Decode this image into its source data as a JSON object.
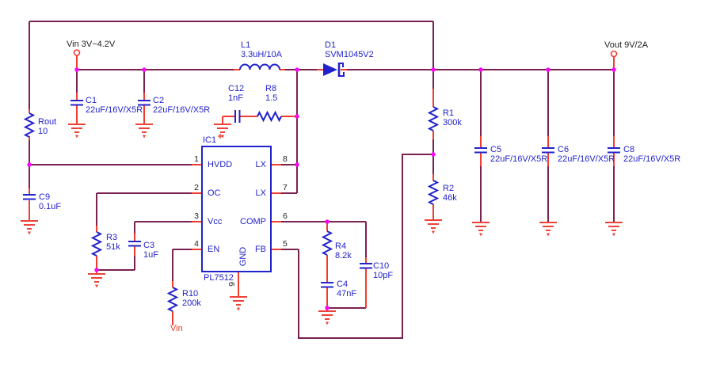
{
  "colors": {
    "wire": "#7a2150",
    "lead": "#f23c30",
    "blue": "#2222cc",
    "magenta": "#ff00ff",
    "ground": "#ee4238",
    "dark": "#222222",
    "red": "#e8392e"
  },
  "terminals": {
    "vin": "Vin 3V~4.2V",
    "vout": "Vout 9V/2A"
  },
  "net_labels": {
    "vin": "Vin"
  },
  "ic": {
    "ref": "IC1",
    "part": "PL7512",
    "left_pins": [
      {
        "num": "1",
        "name": "HVDD"
      },
      {
        "num": "2",
        "name": "OC"
      },
      {
        "num": "3",
        "name": "Vcc"
      },
      {
        "num": "4",
        "name": "EN"
      }
    ],
    "right_pins": [
      {
        "num": "8",
        "name": "LX"
      },
      {
        "num": "7",
        "name": "LX"
      },
      {
        "num": "6",
        "name": "COMP"
      },
      {
        "num": "5",
        "name": "FB"
      }
    ],
    "bottom_pin": {
      "num": "9",
      "name": "GND"
    }
  },
  "components": {
    "l1": {
      "ref": "L1",
      "value": "3.3uH/10A"
    },
    "d1": {
      "ref": "D1",
      "value": "SVM1045V2"
    },
    "c1": {
      "ref": "C1",
      "value": "22uF/16V/X5R"
    },
    "c2": {
      "ref": "C2",
      "value": "22uF/16V/X5R"
    },
    "c12": {
      "ref": "C12",
      "value": "1nF"
    },
    "r8": {
      "ref": "R8",
      "value": "1.5"
    },
    "rout": {
      "ref": "Rout",
      "value": "10"
    },
    "c9": {
      "ref": "C9",
      "value": "0.1uF"
    },
    "r3": {
      "ref": "R3",
      "value": "51k"
    },
    "c3": {
      "ref": "C3",
      "value": "1uF"
    },
    "r10": {
      "ref": "R10",
      "value": "200k"
    },
    "r1": {
      "ref": "R1",
      "value": "300k"
    },
    "r2": {
      "ref": "R2",
      "value": "46k"
    },
    "r4": {
      "ref": "R4",
      "value": "8.2k"
    },
    "c4": {
      "ref": "C4",
      "value": "47nF"
    },
    "c10": {
      "ref": "C10",
      "value": "10pF"
    },
    "c5": {
      "ref": "C5",
      "value": "22uF/16V/X5R"
    },
    "c6": {
      "ref": "C6",
      "value": "22uF/16V/X5R"
    },
    "c8": {
      "ref": "C8",
      "value": "22uF/16V/X5R"
    }
  }
}
